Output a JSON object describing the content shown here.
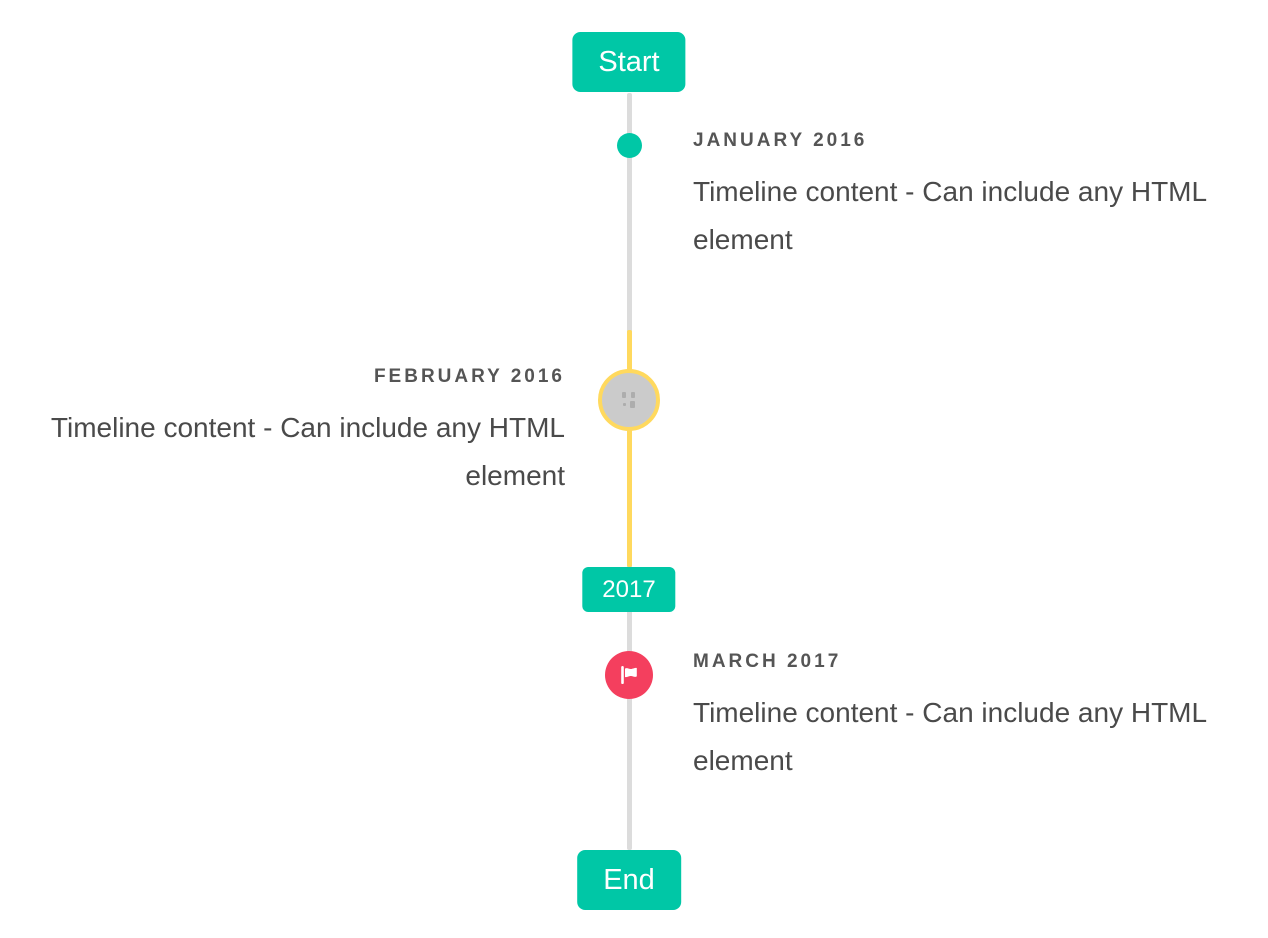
{
  "colors": {
    "accent_teal": "#00C7A6",
    "accent_yellow": "#FFD95E",
    "accent_red": "#F43F5E",
    "line_gray": "#DCDCDC",
    "marker_gray": "#CBCBCB",
    "glyph_gray": "#ADADAD",
    "label_gray": "#555555",
    "text_gray": "#4A4A4A"
  },
  "timeline": {
    "start_badge": "Start",
    "year_badge": "2017",
    "end_badge": "End",
    "items": [
      {
        "date": "JANUARY 2016",
        "content": "Timeline content - Can include any HTML element",
        "side": "right",
        "marker": "teal-dot"
      },
      {
        "date": "FEBRUARY 2016",
        "content": "Timeline content - Can include any HTML element",
        "side": "left",
        "marker": "gray-circle-yellow-ring"
      },
      {
        "date": "MARCH 2017",
        "content": "Timeline content - Can include any HTML element",
        "side": "right",
        "marker": "red-flag-circle"
      }
    ]
  }
}
